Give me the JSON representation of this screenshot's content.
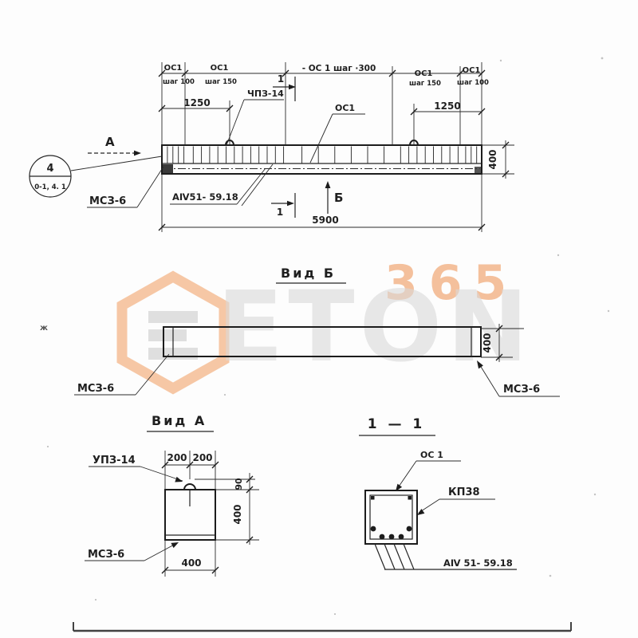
{
  "watermark": {
    "number": "365",
    "word": "ETON",
    "orange": "#f3b68c",
    "gray": "#d9d9d9"
  },
  "top_view": {
    "zones": [
      {
        "os": "ОС1",
        "step": "шаг 100"
      },
      {
        "os": "ОС1",
        "step": "шаг 150"
      },
      {
        "mid": "- ОС 1  шаг ·300"
      },
      {
        "os": "ОС1",
        "step": "шаг 150"
      },
      {
        "os": "ОС1",
        "step": "шаг 100"
      }
    ],
    "dim_1250_left": "1250",
    "dim_1250_right": "1250",
    "dim_5900": "5900",
    "dim_400": "400",
    "detail_circle": {
      "num": "4",
      "ref": "0-1, 4. 1"
    },
    "view_a": "А",
    "view_b": "Б",
    "section": "1",
    "label_ms3": "МСЗ-6",
    "label_loop": "ЧПЗ-14",
    "label_os1": "ОС1",
    "label_strand": "АⅣ51- 59.18"
  },
  "view_b": {
    "title": "Вид Б",
    "dim_400": "400",
    "ms3_left": "МСЗ-6",
    "ms3_right": "МСЗ-6"
  },
  "view_a": {
    "title": "Вид А",
    "label_loop": "УПЗ-14",
    "label_ms3": "МСЗ-6",
    "dim_200_a": "200",
    "dim_200_b": "200",
    "dim_90": "90",
    "dim_400_side": "400",
    "dim_400_bottom": "400"
  },
  "section_1_1": {
    "title": "1 — 1",
    "label_os1": "ОС 1",
    "label_kp38": "КП38",
    "label_strand": "АⅣ 51- 59.18"
  },
  "stray_mark": "ж"
}
